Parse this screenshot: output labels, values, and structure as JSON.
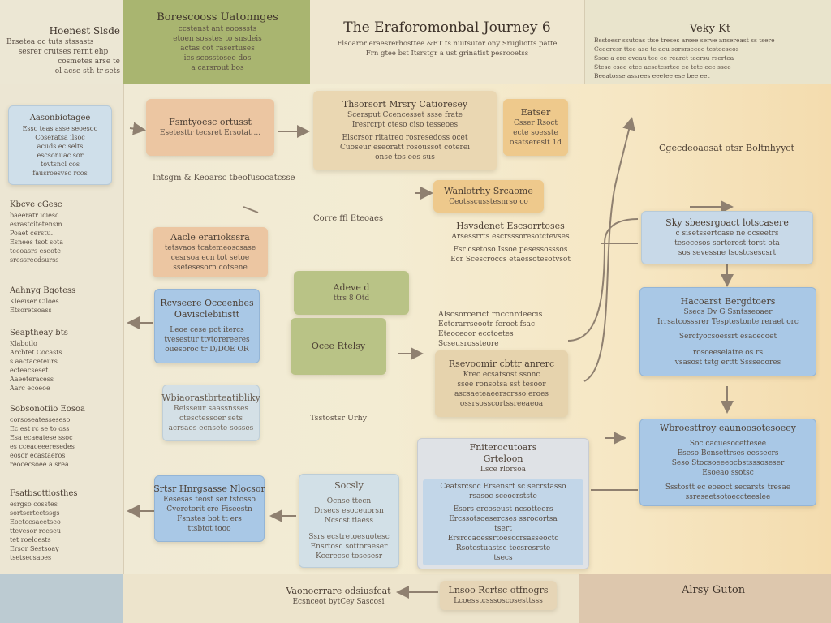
{
  "header": {
    "left": {
      "title": "Hoenest Slsde",
      "lines": [
        "Brsetea oc tuts stssasts",
        "sesrer crutses rernt ehp",
        "cosmetes arse te",
        "ol acse sth tr sets"
      ]
    },
    "green": {
      "title": "Borescooss Uatonnges",
      "lines": [
        "ccstenst ant eoosssts",
        "etoen sosstes to snsdeis",
        "actas cot rasertuses",
        "ics scosstosee dos",
        "a carsrout bos"
      ]
    },
    "center": {
      "title": "The Eraforomonbal Journey 6",
      "lines": [
        "Flsoaror eraesrerhosttee &ET ts nuitsutor ony Srugliotts patte",
        "Frn gtee bst Itsrstgr a ust grinatist pesrooetss"
      ]
    },
    "right": {
      "title": "Veky Kt",
      "lines": [
        "Bsstoesr ssutcas ttse treses arsee serve ansereast ss tsere",
        "Ceeeresr ttee ase te aeu sorsrseeee testeeseos",
        "Ssoe a ere oveau tee ee rearet teersu rsertea",
        "Stese esee etee aesetesrtee ee tete eee ssee",
        "Beeatosse assrees eeetee ese bee eet"
      ]
    }
  },
  "left_column": [
    {
      "title": "Aasonbiotagee",
      "lines": [
        "Essc teas asse seoesoo",
        "Coseratsa ilsoc",
        "acuds ec selts",
        "escsonuac sor",
        "tovtsncl cos",
        "fausroesvsc rcos"
      ]
    },
    {
      "title": "Kbcve cGesc",
      "lines": [
        "baeeratr iciesc",
        "esrastcitetensm",
        "Poaet cerstu..",
        "Esnees tsot sota",
        "tecoasrs eseote",
        "srossrecdsurss"
      ]
    },
    {
      "title": "Aahnyg Bgotess",
      "lines": [
        "Kleeiser Ciloes",
        "Etsoretsoass"
      ]
    },
    {
      "title": "Seaptheay bts",
      "lines": [
        "Klabotlo",
        "Arcbtet Cocasts",
        "s aactaceteurs",
        "ecteacseset",
        "Aaeeteracess",
        "Aarc ecoeoe"
      ]
    },
    {
      "title": "Sobsonotiio Eosoa",
      "lines": [
        "corsoseatesseseso",
        "Ec est rc se to oss",
        "Esa ecaeatese ssoc",
        "es cceaceeeresedes",
        "eosor ecastaeros",
        "reocecsoee a srea"
      ]
    },
    {
      "title": "Fsatbsottiosthes",
      "lines": [
        "esrgso cosstes",
        "sortscrtectssgs",
        "Eoetccsaeetseo",
        "ttevesor reeseu",
        "tet roeloests",
        "Ersor Sestsoay",
        "tsetsecsaoes"
      ]
    }
  ],
  "boxes": {
    "orange1": {
      "title": "Fsmtyoesc ortusst",
      "lines": [
        "Esetesttr tecsret Ersotat ..."
      ]
    },
    "orange2": {
      "title": "Aacle erariokssra",
      "lines": [
        "tetsvaos tcatemeoscsase",
        "cesrsoa ecn tot setoe",
        "ssetesesorn cotsene"
      ]
    },
    "blue1": {
      "title": "Rcvseere Occeenbes",
      "subtitle": "Oavisclebitistt",
      "lines": [
        "Leoe cese pot itercs",
        "tvesestur ttvtorereeres",
        "ouesoroc tr D/DOE OR"
      ]
    },
    "paleblue1": {
      "title": "Wbiaorastbrteatibliky",
      "lines": [
        "Reisseur saassnsses",
        "ctesctessoer sets",
        "acrsaes ecnsete sosses"
      ]
    },
    "blue2": {
      "title": "Srtsr Hnrgsasse Nlocsor",
      "lines": [
        "Eesesas teost ser tstosso",
        "Cveretorit cre Fiseestn",
        "Fsnstes bot tt ers",
        "ttsbtot tooo"
      ]
    },
    "tan_center": {
      "title": "Thsorsort Mrsry Catioresey",
      "lines": [
        "Scersput Ccencesset ssse frate",
        "Iresrcrpt cteso ciso tesseoes",
        "Elscrsor ritatreo rosresedoss ocet",
        "Cuoseur eseoratt rosoussot coterei",
        "onse tos ees sus"
      ]
    },
    "gold_small": {
      "title": "Eatser",
      "lines": [
        "Csser Rsoct",
        "ecte soesste",
        "osatseresit 1d"
      ]
    },
    "gold_wide": {
      "title": "Wanlotrhy Srcaome",
      "lines": [
        "Ceotsscusstesnrso co"
      ]
    },
    "green1": {
      "title": "Adeve d",
      "lines": [
        "ttrs 8 Otd"
      ]
    },
    "green2": {
      "title": "Ocee Rtelsy",
      "lines": []
    },
    "tan_lower": {
      "title": "Rsevoomir cbttr anrerc",
      "lines": [
        "Krec ecsatsost ssonc",
        "ssee ronsotsa sst tesoor",
        "ascsaeteaeerscrsso eroes",
        "ossrsosscortssreeaeoa"
      ]
    },
    "paleblue_center": {
      "title": "Socsly",
      "lines": [
        "Ocnse ttecn",
        "Drsecs esoceuorsn",
        "Ncscst tiaess",
        "Ssrs ecstretoesuotesc",
        "Ensrtosc sottoraeser",
        "Kcerecsc tosesesr"
      ]
    },
    "grey_center": {
      "title": "Fniterocutoars",
      "subtitle": "Grteloon",
      "badge": "Lsce rlorsoa",
      "lines": [
        "Ceatsrcsoc Ersensrt sc secrstasso",
        "rsasoc sceocrstste",
        "Esors ercoseust ncsotteers",
        "Ercssotsoesercses ssrocortsa",
        "tsert",
        "Ersrccaoessrtoesccrsasseoctc",
        "Rsotcstuastsc tecsresrste",
        "tsecs"
      ]
    },
    "blue_right1": {
      "title": "Sky sbeesrgoact lotscasere",
      "lines": [
        "c sisetssertcase ne ocseetrs",
        "tesecesos sorterest torst ota",
        "sos sevessne tsostcsescsrt"
      ]
    },
    "blue_right2": {
      "title": "Hacoarst Bergdtoers",
      "lines": [
        "Ssecs Dv G Ssntsseoaer",
        "Irrsatcosssrer Tesptestonte reraet orc",
        "Sercfyocsoessrt esacecoet",
        "rosceeseiatre os rs",
        "vsasost tstg erttt Sssseoores"
      ]
    },
    "blue_right3": {
      "title": "Wbroesttroy eaunoosotesoeey",
      "lines": [
        "Soc cacuesocettesee",
        "Eseso Bcnsettrses eessecrs",
        "Seso Stocsoeeeocbstsssoseser",
        "Esoeao ssotsc",
        "Ssstostt ec eoeoct secarsts tresae",
        "ssreseetsotoeccteeslee"
      ]
    }
  },
  "labels": {
    "integ": "Intsgm & Keoarsc tbeofusocatcsse",
    "cerer": "Corre ffl Eteoaes",
    "hanor": "Hsvsdenet Escsorrtoses",
    "hanor_lines": [
      "Arsessrrts escrsssoresotctevses",
      "Fsr csetoso Issoe pesessosssos",
      "Ecr Scescroccs etaessotesotvsot"
    ],
    "alscor": "Alscsorcerict rnccnrdeecis",
    "alscor_lines": [
      "Ectorarrseootr feroet fsac",
      "Eteoceoor ecctoetes",
      "Scseusrossteore"
    ],
    "tostobr": "Tsstostsr Urhy",
    "cgocrd": "Cgecdeoaosat otsr Boltnhyyct"
  },
  "footer": {
    "center_left": {
      "title": "Vaonocrrare odsiusfcat",
      "line": "Ecsnceot bytCey Sascosi"
    },
    "center_right": {
      "title": "Lnsoo Rcrtsc otfnogrs",
      "line": "Lcoesstcsssoscosesttsss"
    },
    "right": {
      "title": "Alrsy Guton"
    }
  }
}
